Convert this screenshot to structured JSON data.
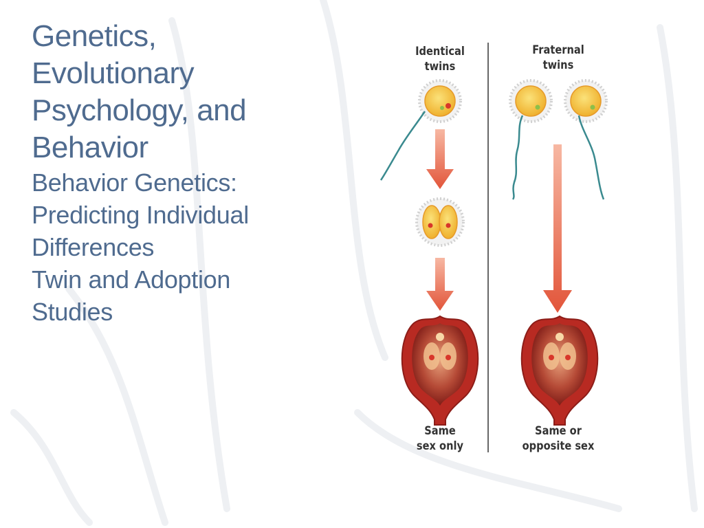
{
  "slide": {
    "title_lines": [
      "Genetics,",
      "Evolutionary",
      "Psychology, and",
      "Behavior"
    ],
    "subtitle_lines": [
      "Behavior Genetics:",
      "Predicting Individual",
      "Differences",
      "Twin and Adoption",
      "Studies"
    ]
  },
  "figure": {
    "identical": {
      "top_label": [
        "Identical",
        "twins"
      ],
      "bottom_label": [
        "Same",
        "sex only"
      ]
    },
    "fraternal": {
      "top_label": [
        "Fraternal",
        "twins"
      ],
      "bottom_label": [
        "Same or",
        "opposite sex"
      ]
    }
  },
  "colors": {
    "title_text": "#4f6b8f",
    "arrow": "#e2553a",
    "uterus": "#b82a22",
    "egg": "#f4c340",
    "sperm": "#3a8a8f"
  },
  "icons": [
    "egg-cell-icon",
    "sperm-icon",
    "uterus-icon",
    "down-arrow-icon"
  ]
}
